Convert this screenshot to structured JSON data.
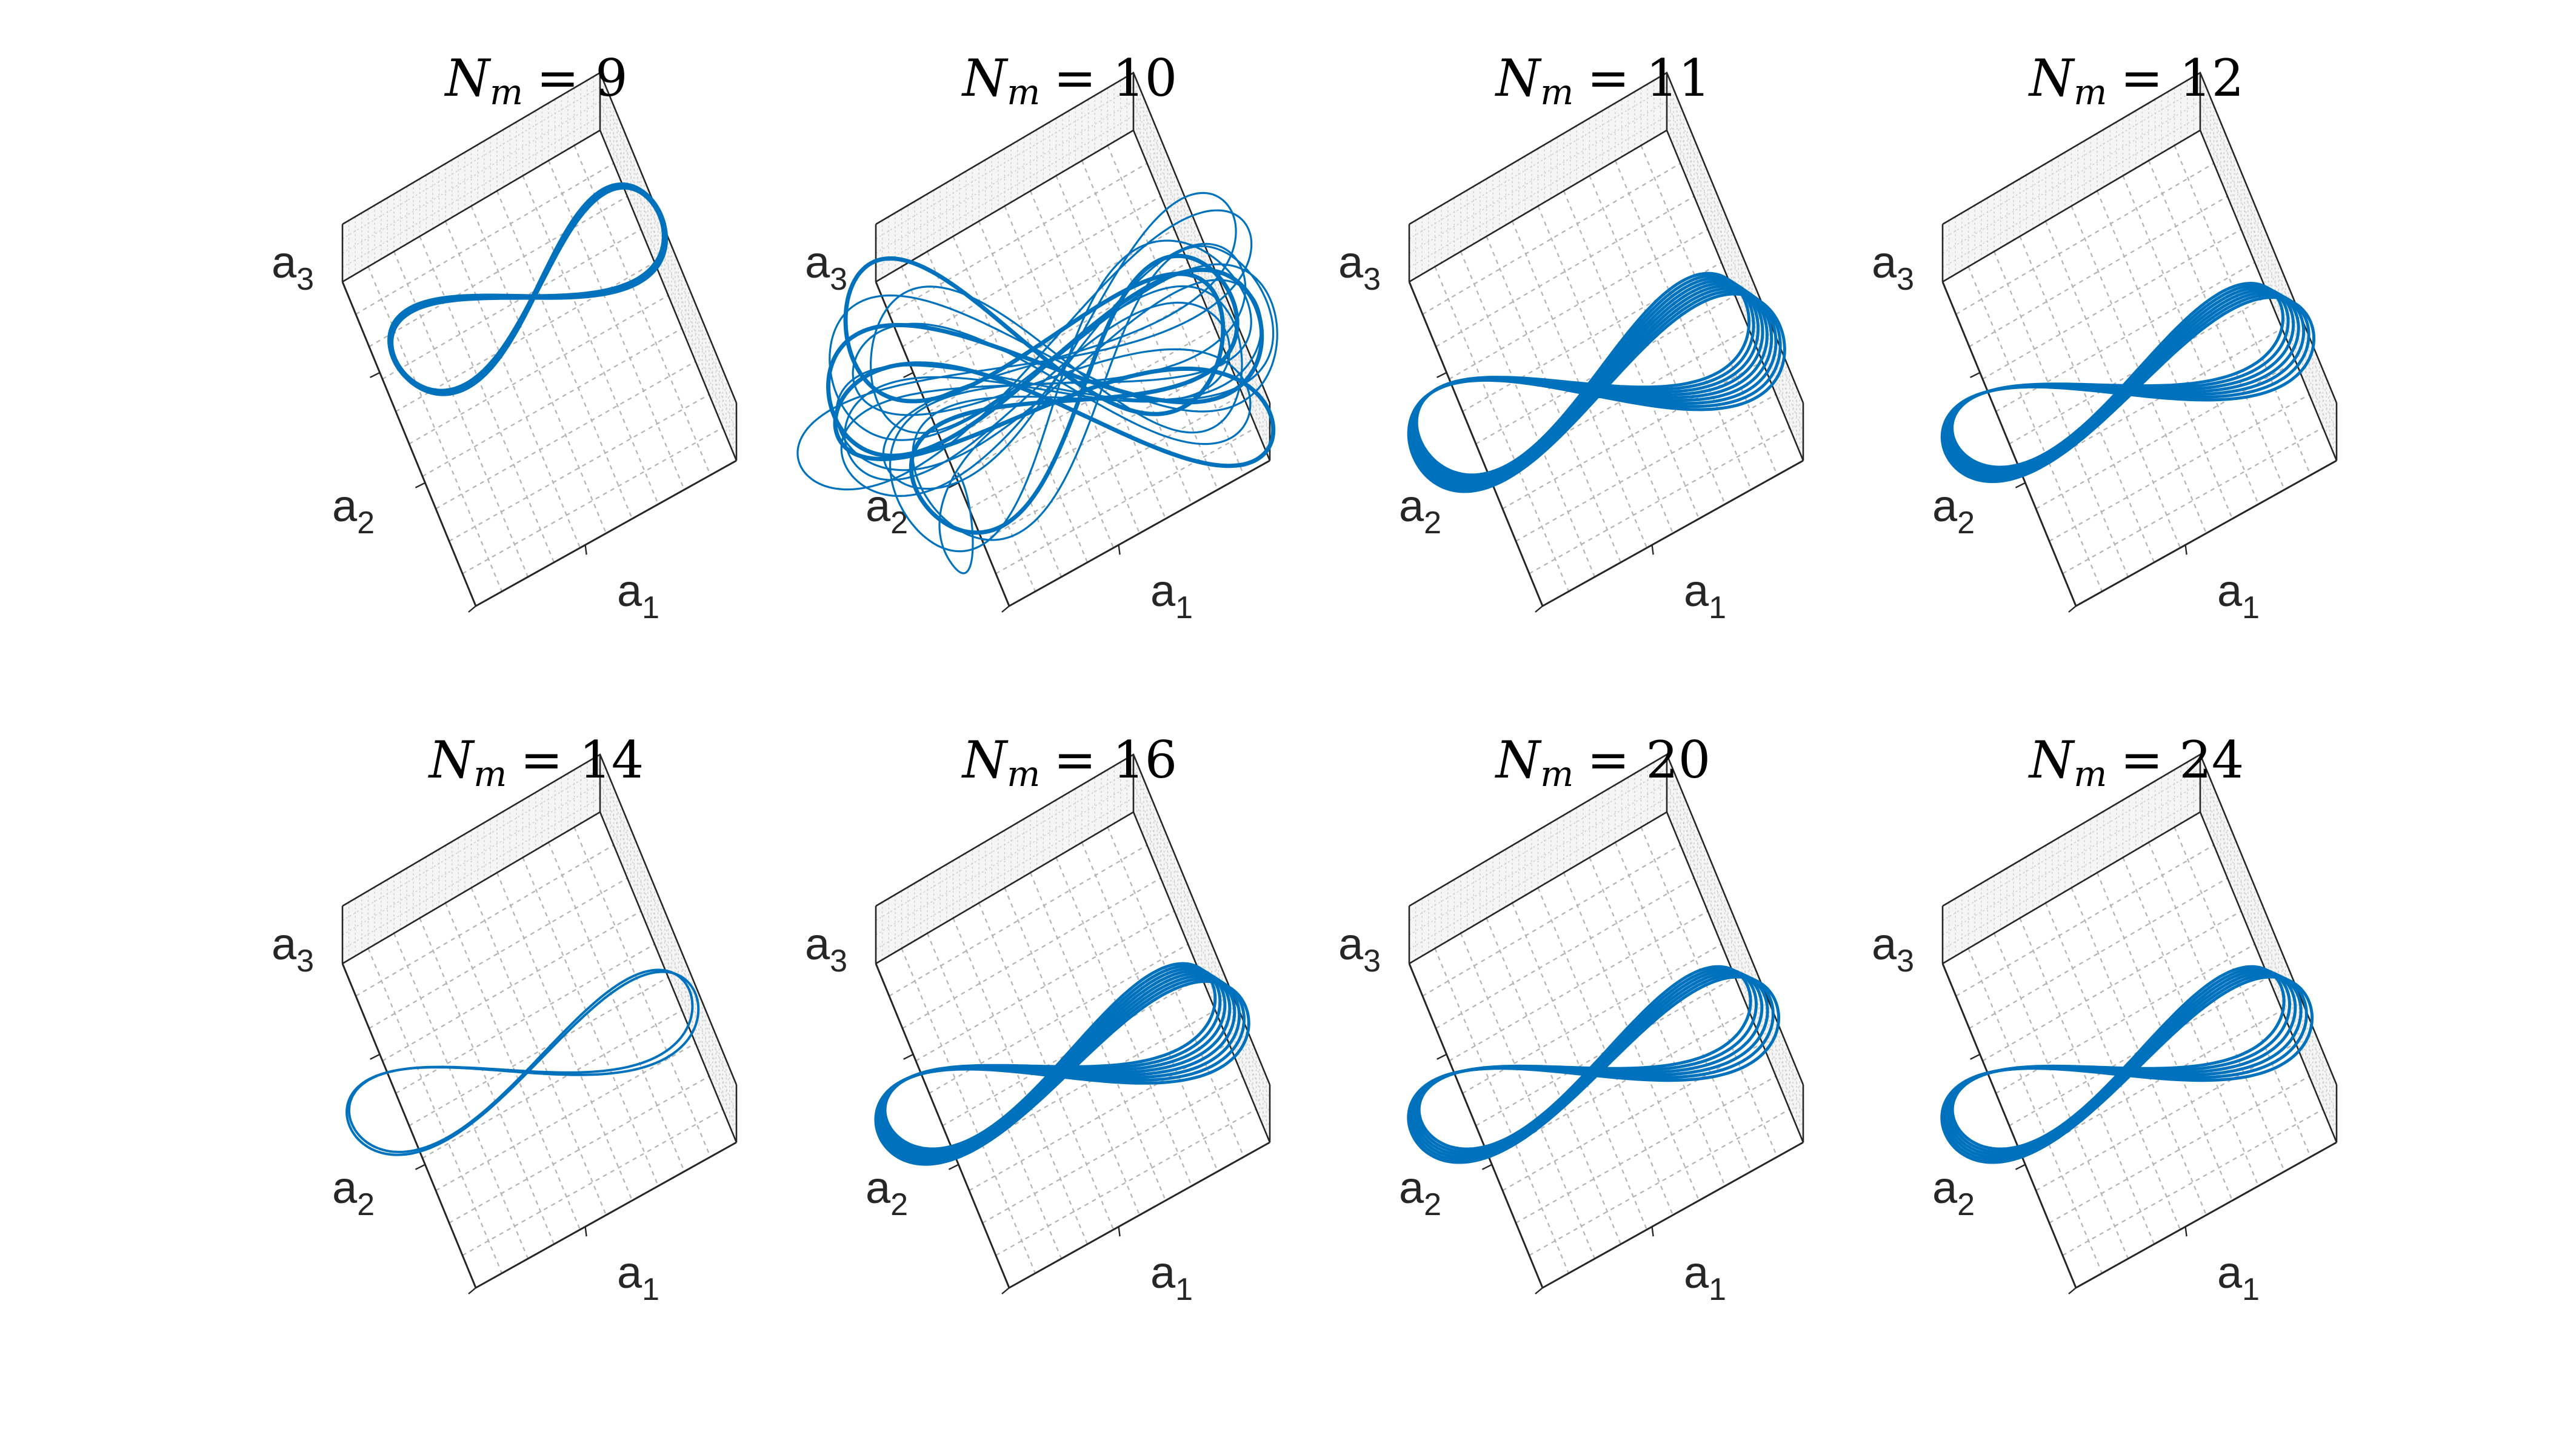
{
  "colors": {
    "trajectory": "#0072BD",
    "axis": "#262626",
    "grid": "#b3b3b3",
    "background": "#ffffff"
  },
  "chart_data": [
    {
      "type": "line",
      "title": "N_m = 9",
      "title_var": "N",
      "title_sub": "m",
      "title_value": "9",
      "xlabel": "a",
      "xlabel_sub": "1",
      "ylabel": "a",
      "ylabel_sub": "2",
      "zlabel": "a",
      "zlabel_sub": "3",
      "grid": true,
      "shape": "clean-figure-eight",
      "loops": 1
    },
    {
      "type": "line",
      "title": "N_m = 10",
      "title_var": "N",
      "title_sub": "m",
      "title_value": "10",
      "xlabel": "a",
      "xlabel_sub": "1",
      "ylabel": "a",
      "ylabel_sub": "2",
      "zlabel": "a",
      "zlabel_sub": "3",
      "grid": true,
      "shape": "chaotic",
      "loops": 14
    },
    {
      "type": "line",
      "title": "N_m = 11",
      "title_var": "N",
      "title_sub": "m",
      "title_value": "11",
      "xlabel": "a",
      "xlabel_sub": "1",
      "ylabel": "a",
      "ylabel_sub": "2",
      "zlabel": "a",
      "zlabel_sub": "3",
      "grid": true,
      "shape": "multi-loop-figure-eight",
      "loops": 9
    },
    {
      "type": "line",
      "title": "N_m = 12",
      "title_var": "N",
      "title_sub": "m",
      "title_value": "12",
      "xlabel": "a",
      "xlabel_sub": "1",
      "ylabel": "a",
      "ylabel_sub": "2",
      "zlabel": "a",
      "zlabel_sub": "3",
      "grid": true,
      "shape": "multi-loop-figure-eight",
      "loops": 7
    },
    {
      "type": "line",
      "title": "N_m = 14",
      "title_var": "N",
      "title_sub": "m",
      "title_value": "14",
      "xlabel": "a",
      "xlabel_sub": "1",
      "ylabel": "a",
      "ylabel_sub": "2",
      "zlabel": "a",
      "zlabel_sub": "3",
      "grid": true,
      "shape": "thin-figure-eight",
      "loops": 2
    },
    {
      "type": "line",
      "title": "N_m = 16",
      "title_var": "N",
      "title_sub": "m",
      "title_value": "16",
      "xlabel": "a",
      "xlabel_sub": "1",
      "ylabel": "a",
      "ylabel_sub": "2",
      "zlabel": "a",
      "zlabel_sub": "3",
      "grid": true,
      "shape": "multi-loop-figure-eight",
      "loops": 8
    },
    {
      "type": "line",
      "title": "N_m = 20",
      "title_var": "N",
      "title_sub": "m",
      "title_value": "20",
      "xlabel": "a",
      "xlabel_sub": "1",
      "ylabel": "a",
      "ylabel_sub": "2",
      "zlabel": "a",
      "zlabel_sub": "3",
      "grid": true,
      "shape": "multi-loop-figure-eight",
      "loops": 6
    },
    {
      "type": "line",
      "title": "N_m = 24",
      "title_var": "N",
      "title_sub": "m",
      "title_value": "24",
      "xlabel": "a",
      "xlabel_sub": "1",
      "ylabel": "a",
      "ylabel_sub": "2",
      "zlabel": "a",
      "zlabel_sub": "3",
      "grid": true,
      "shape": "multi-loop-figure-eight",
      "loops": 6
    }
  ]
}
